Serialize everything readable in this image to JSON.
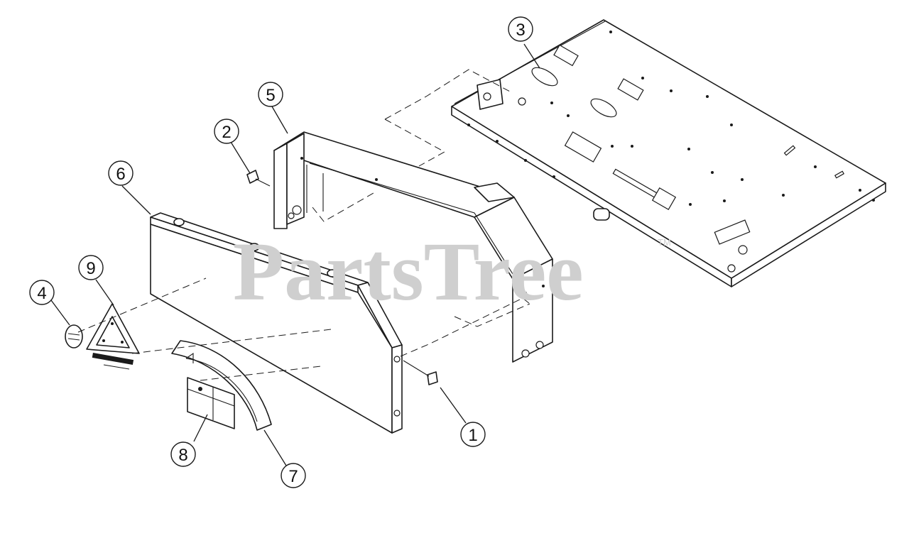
{
  "watermark": {
    "text": "PartsTree",
    "trademark": "TM"
  },
  "callouts": [
    {
      "id": "1",
      "label": "1"
    },
    {
      "id": "2",
      "label": "2"
    },
    {
      "id": "3",
      "label": "3"
    },
    {
      "id": "4",
      "label": "4"
    },
    {
      "id": "5",
      "label": "5"
    },
    {
      "id": "6",
      "label": "6"
    },
    {
      "id": "7",
      "label": "7"
    },
    {
      "id": "8",
      "label": "8"
    },
    {
      "id": "9",
      "label": "9"
    }
  ],
  "colors": {
    "line": "#1a1a1a",
    "watermark": "#cfcfcf",
    "background": "#ffffff"
  }
}
